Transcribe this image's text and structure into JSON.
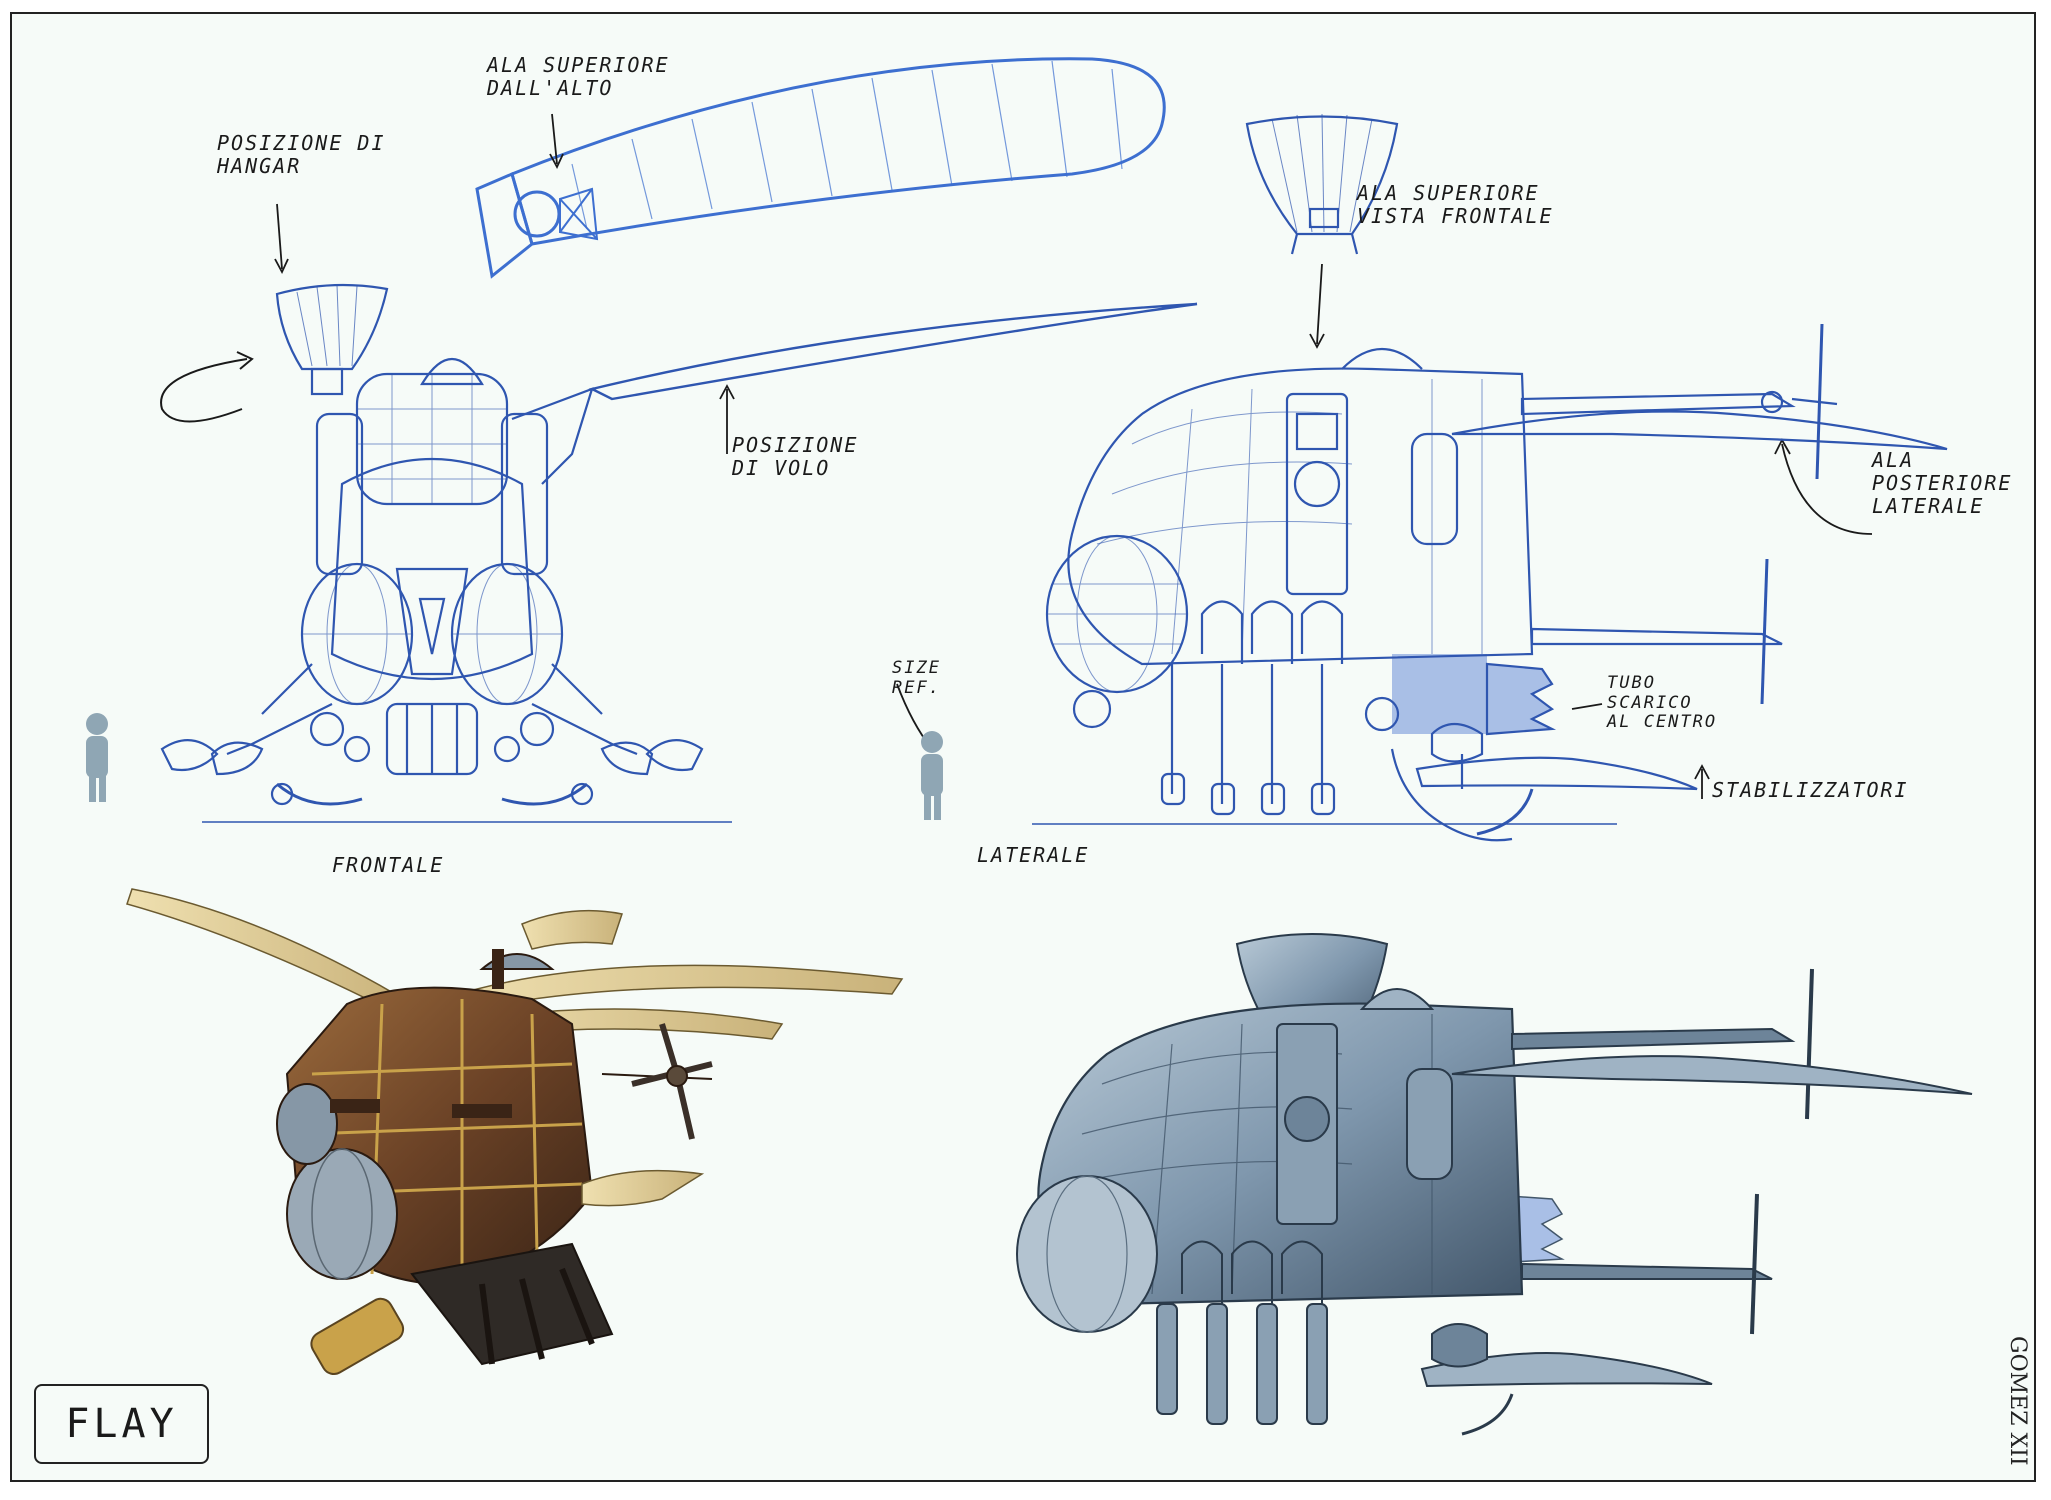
{
  "annotations": {
    "hangar_position": "Posizione di\nhangar",
    "upper_wing_side": "Ala superiore\ndall'alto",
    "flight_position": "Posizione\ndi volo",
    "upper_wing_front": "Ala superiore\nvista frontale",
    "rear_wing_side": "Ala\nposteriore\nlaterale",
    "size_ref": "Size\nref.",
    "exhaust_pipe": "Tubo\nscarico\nal centro",
    "stabilizers": "Stabilizzatori",
    "front_view": "Frontale",
    "side_view": "Laterale"
  },
  "title_box": "FLAY",
  "signature": "GOMEZ XII",
  "colors": {
    "paper": "#f6fbf8",
    "line_blue": "#2f56b0",
    "wing_blue": "#3d6fd0",
    "shadow_blue": "#a9bfe6",
    "human_silhouette": "#8fa6b4",
    "render_brown": "#6b4226",
    "render_gold": "#c9a24a",
    "render_steel": "#7f97ad"
  }
}
